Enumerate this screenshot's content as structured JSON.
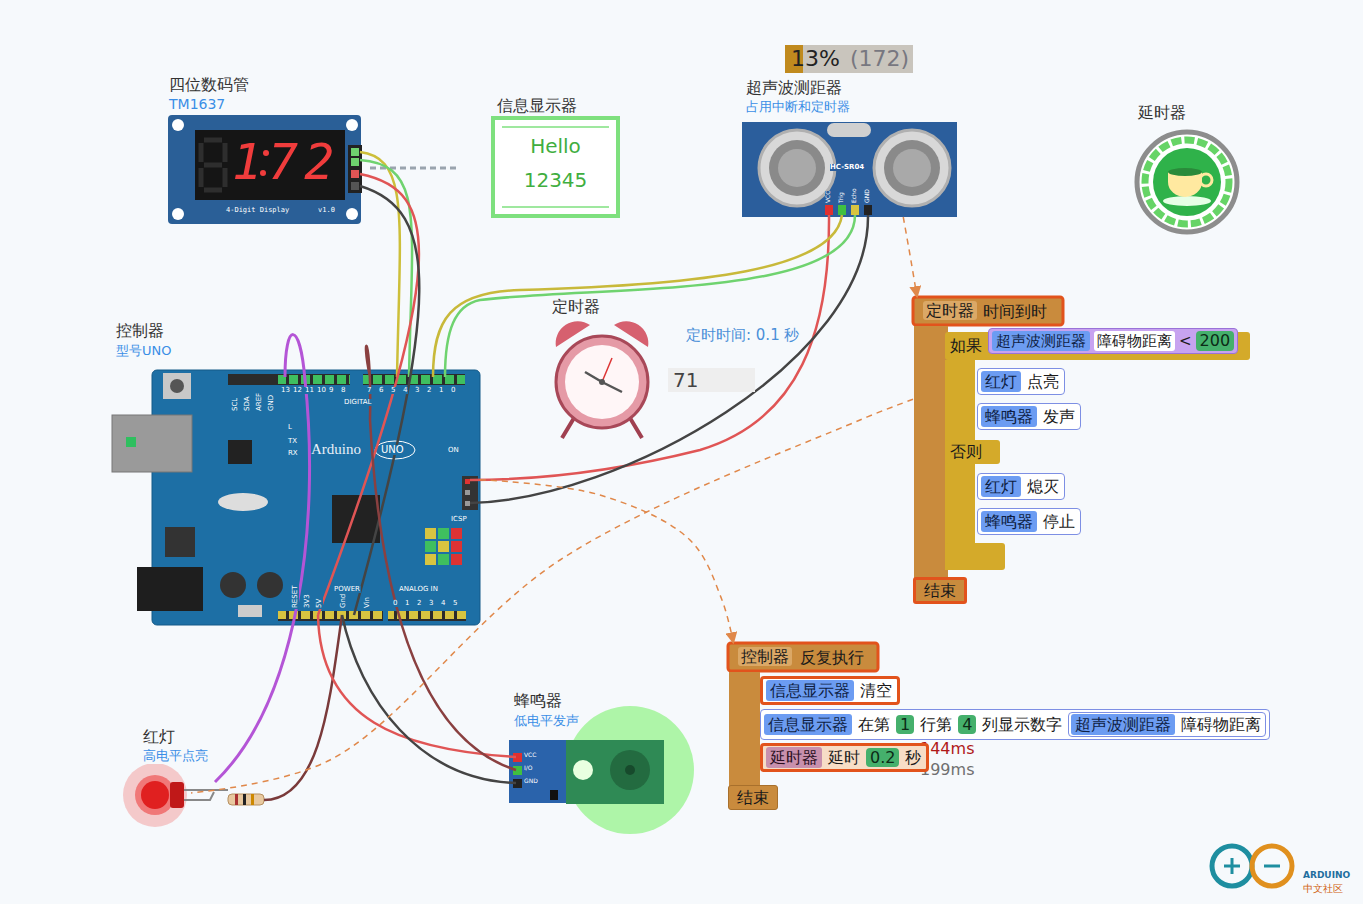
{
  "diagram": {
    "nodes": [
      {
        "text": [
          "四位数码管",
          "TM1637",
          "172"
        ]
      },
      {
        "text": [
          "信息显示器",
          "Hello",
          "12345"
        ]
      },
      {
        "text": [
          "超声波测距器",
          "占用中断和定时器",
          "HC-SR04"
        ]
      },
      {
        "text": [
          "延时器"
        ]
      },
      {
        "text": [
          "定时器",
          "定时时间: 0.1 秒",
          "71"
        ]
      },
      {
        "text": [
          "控制器",
          "型号UNO"
        ]
      },
      {
        "text": [
          "定时器",
          "时间到时",
          "结束"
        ]
      },
      {
        "text": [
          "如果",
          "否则"
        ],
        "in": 6
      },
      {
        "text": [
          "超声波测距器",
          "障碍物距离",
          "<"
        ],
        "in": 7
      },
      {
        "text": [
          "200"
        ],
        "in": 8
      },
      {
        "text": [
          "红灯",
          "点亮"
        ],
        "in": 7
      },
      {
        "text": [
          "蜂鸣器",
          "发声"
        ],
        "in": 7
      },
      {
        "text": [
          "红灯",
          "熄灭"
        ],
        "in": 7
      },
      {
        "text": [
          "蜂鸣器",
          "停止"
        ],
        "in": 7
      },
      {
        "text": [
          "控制器",
          "反复执行",
          "结束"
        ]
      },
      {
        "text": [
          "信息显示器",
          "清空"
        ],
        "in": 14
      },
      {
        "text": [
          "信息显示器",
          "在第",
          "行第",
          "列显示数字"
        ],
        "in": 14
      },
      {
        "text": [
          "1"
        ],
        "in": 16
      },
      {
        "text": [
          "4"
        ],
        "in": 16
      },
      {
        "text": [
          "超声波测距器",
          "障碍物距离"
        ],
        "in": 16
      },
      {
        "text": [
          "延时器",
          "延时",
          "秒"
        ],
        "in": 14
      },
      {
        "text": [
          "0.2"
        ],
        "in": 20
      },
      {
        "text": [
          "红灯",
          "高电平点亮"
        ]
      },
      {
        "text": [
          "蜂鸣器",
          "低电平发声"
        ]
      }
    ],
    "edges": [
      {
        "from": 2,
        "to": 6,
        "arrow": "to"
      },
      {
        "from": 5,
        "to": 14,
        "arrow": "to"
      },
      {
        "from": 6,
        "to": 22,
        "arrow": "none"
      }
    ],
    "labels": [
      "13%",
      "(172)",
      "4-Digit Display",
      "v1.0",
      "VCC",
      "Trig",
      "Echo",
      "GND",
      "Arduino",
      "UNO",
      "DIGITAL",
      "POWER",
      "ANALOG IN",
      "ICSP",
      "ON",
      "TX",
      "RX",
      "L",
      "AREF",
      "GND",
      "SCL",
      "SDA",
      "RESET",
      "3V3",
      "5V",
      "Gnd",
      "Vin",
      "VCC",
      "I/O",
      "GND",
      "144ms",
      "199ms",
      "13",
      "12",
      "11",
      "10",
      "9",
      "8",
      "7",
      "6",
      "5",
      "4",
      "3",
      "2",
      "1",
      "0",
      "0",
      "1",
      "2",
      "3",
      "4",
      "5",
      "ARDUINO",
      "中文社区"
    ]
  }
}
